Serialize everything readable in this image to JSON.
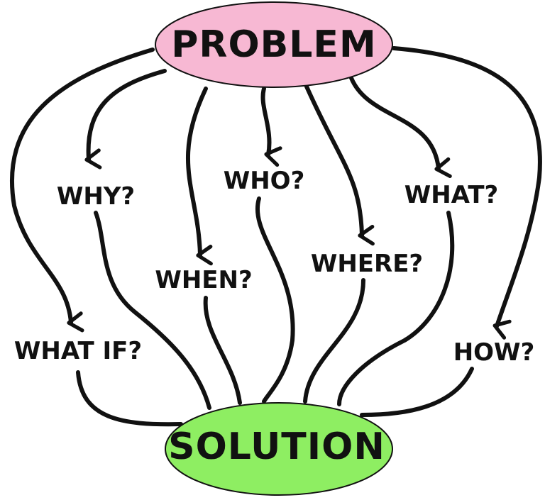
{
  "diagram": {
    "top_node": {
      "label": "PROBLEM",
      "color": "#f7b8d3"
    },
    "bottom_node": {
      "label": "SOLUTION",
      "color": "#8eee62"
    },
    "questions": {
      "why": "WHY?",
      "when": "WHEN?",
      "who": "WHO?",
      "where": "WHERE?",
      "what": "WHAT?",
      "what_if": "WHAT IF?",
      "how": "HOW?"
    },
    "stroke_color": "#111111"
  }
}
